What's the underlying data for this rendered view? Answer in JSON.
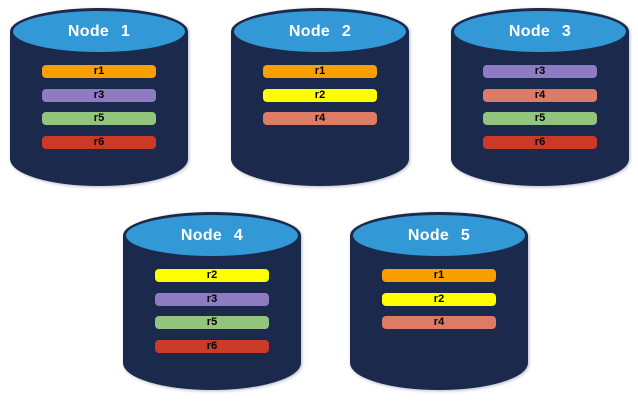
{
  "diagram": {
    "description": "Five database node cylinders holding replica bars",
    "nodes": [
      {
        "label": "Node 1",
        "replicas": [
          "r1",
          "r3",
          "r5",
          "r6"
        ]
      },
      {
        "label": "Node 2",
        "replicas": [
          "r1",
          "r2",
          "r4"
        ]
      },
      {
        "label": "Node 3",
        "replicas": [
          "r3",
          "r4",
          "r5",
          "r6"
        ]
      },
      {
        "label": "Node 4",
        "replicas": [
          "r2",
          "r3",
          "r5",
          "r6"
        ]
      },
      {
        "label": "Node 5",
        "replicas": [
          "r1",
          "r2",
          "r4"
        ]
      }
    ],
    "replica_colors": {
      "r1": "#F99F00",
      "r2": "#FFFF00",
      "r3": "#8E7CC3",
      "r4": "#DC7B66",
      "r5": "#93C47D",
      "r6": "#CB3927"
    },
    "colors": {
      "background": "#FFFFFF",
      "cylinder_body": "#1B2A4C",
      "cylinder_top": "#3399D6",
      "node_label_text": "#FFFFFF",
      "replica_label_text": "#000000"
    }
  }
}
